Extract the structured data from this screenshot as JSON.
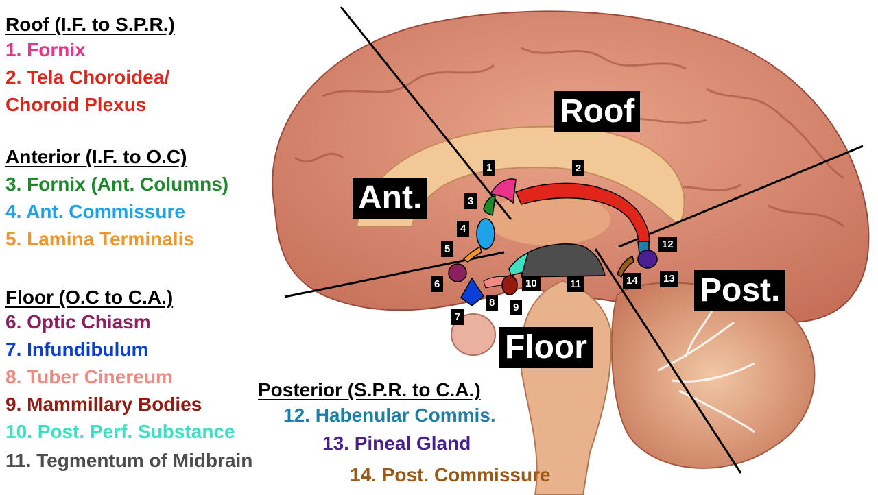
{
  "colors": {
    "fornix": "#e8338a",
    "tela": "#e0261b",
    "fornix_ant": "#1c8a2a",
    "ant_commissure": "#1ea3e8",
    "lamina": "#f0962a",
    "optic_chiasm": "#8c1f5e",
    "infundibulum": "#0a3fd8",
    "tuber": "#f08b83",
    "mammillary": "#961a10",
    "post_perf": "#3de0c0",
    "tegmentum": "#4d4d4d",
    "habenular": "#1b7fa6",
    "pineal": "#4a1f92",
    "post_commissure": "#9a5a16"
  },
  "legend": {
    "roof": {
      "heading": "Roof (I.F. to S.P.R.)",
      "items": [
        "1. Fornix",
        "2. Tela Choroidea/",
        "Choroid Plexus"
      ]
    },
    "anterior": {
      "heading": "Anterior (I.F. to O.C)",
      "items": [
        "3. Fornix (Ant. Columns)",
        "4. Ant. Commissure",
        "5. Lamina Terminalis"
      ]
    },
    "floor": {
      "heading": "Floor (O.C to C.A.)",
      "items": [
        "6. Optic Chiasm",
        "7. Infundibulum",
        "8. Tuber Cinereum",
        "9. Mammillary Bodies",
        "10. Post. Perf. Substance",
        "11. Tegmentum of Midbrain"
      ]
    },
    "posterior": {
      "heading": "Posterior (S.P.R. to C.A.)",
      "items": [
        "12. Habenular Commis.",
        "13. Pineal Gland",
        "14. Post. Commissure"
      ]
    }
  },
  "regions": {
    "roof": "Roof",
    "ant": "Ant.",
    "post": "Post.",
    "floor": "Floor"
  },
  "markers": [
    "1",
    "2",
    "3",
    "4",
    "5",
    "6",
    "7",
    "8",
    "9",
    "10",
    "11",
    "12",
    "13",
    "14"
  ]
}
